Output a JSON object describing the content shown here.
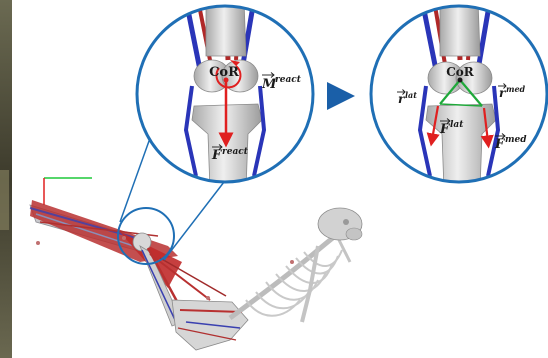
{
  "labels": {
    "cor_left": "CoR",
    "m_react": "M",
    "m_react_sup": "react",
    "f_react": "F",
    "f_react_sup": "react",
    "cor_right": "CoR",
    "r_lat": "r",
    "r_lat_sup": "lat",
    "r_med": "r",
    "r_med_sup": "med",
    "f_lat": "F",
    "f_lat_sup": "lat",
    "f_med": "F",
    "f_med_sup": "med"
  },
  "colors": {
    "circle_border": "#1f6fb5",
    "arrow": "#1a5fa8",
    "muscle_red": "#b02828",
    "muscle_blue": "#2a35b8",
    "force_red": "#e02020",
    "vector_green": "#1fa83a",
    "bone": "#d6d6d6",
    "axis_green": "#1fc83a",
    "axis_red": "#e02020",
    "background_photo": "#5a5a48"
  }
}
